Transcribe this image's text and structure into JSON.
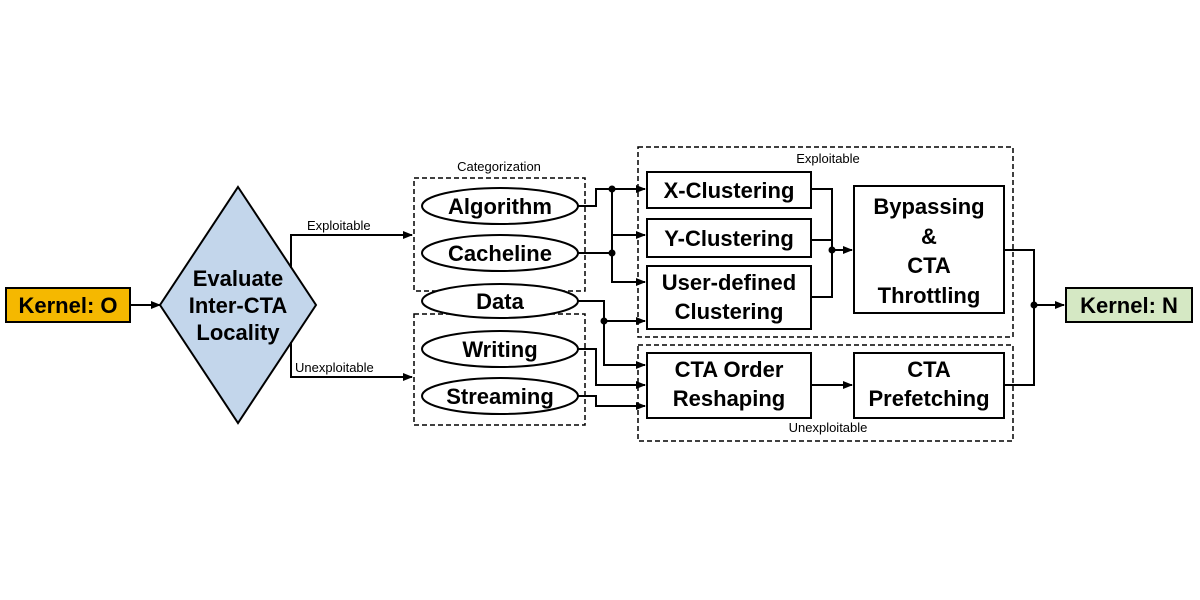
{
  "kernel_in": {
    "label": "Kernel: O",
    "color": "#f5b800"
  },
  "kernel_out": {
    "label": "Kernel: N",
    "color": "#d5e8c4"
  },
  "decision": {
    "lines": [
      "Evaluate",
      "Inter-CTA",
      "Locality"
    ],
    "color": "#c3d6eb"
  },
  "edges": {
    "exploitable": "Exploitable",
    "unexploitable": "Unexploitable"
  },
  "categorization": {
    "title": "Categorization",
    "items": [
      "Algorithm",
      "Cacheline",
      "Data",
      "Writing",
      "Streaming"
    ]
  },
  "exploitable_group": {
    "title": "Exploitable",
    "x_clustering": "X-Clustering",
    "y_clustering": "Y-Clustering",
    "user_defined": [
      "User-defined",
      "Clustering"
    ],
    "bypassing": [
      "Bypassing",
      "&",
      "CTA",
      "Throttling"
    ]
  },
  "unexploitable_group": {
    "title": "Unexploitable",
    "reshaping": [
      "CTA Order",
      "Reshaping"
    ],
    "prefetching": [
      "CTA",
      "Prefetching"
    ]
  }
}
